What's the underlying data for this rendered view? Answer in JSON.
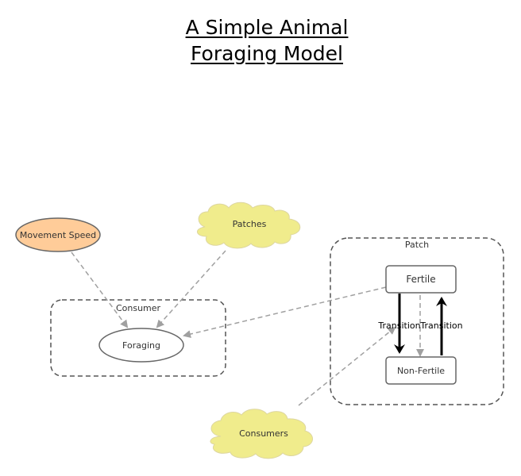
{
  "title": {
    "line1": "A Simple Animal",
    "line2": "Foraging Model"
  },
  "colors": {
    "variable_fill": "#ffcc99",
    "cloud_fill": "#f0ec8c",
    "stroke": "#666666",
    "link": "#a0a0a0",
    "transition": "#000000"
  },
  "nodes": {
    "movement_speed": "Movement Speed",
    "patches": "Patches",
    "consumers": "Consumers",
    "consumer_agent": "Consumer",
    "foraging": "Foraging",
    "patch_agent": "Patch",
    "fertile": "Fertile",
    "non_fertile": "Non-Fertile"
  },
  "transitions": {
    "down": "Transition",
    "up": "Transition"
  }
}
